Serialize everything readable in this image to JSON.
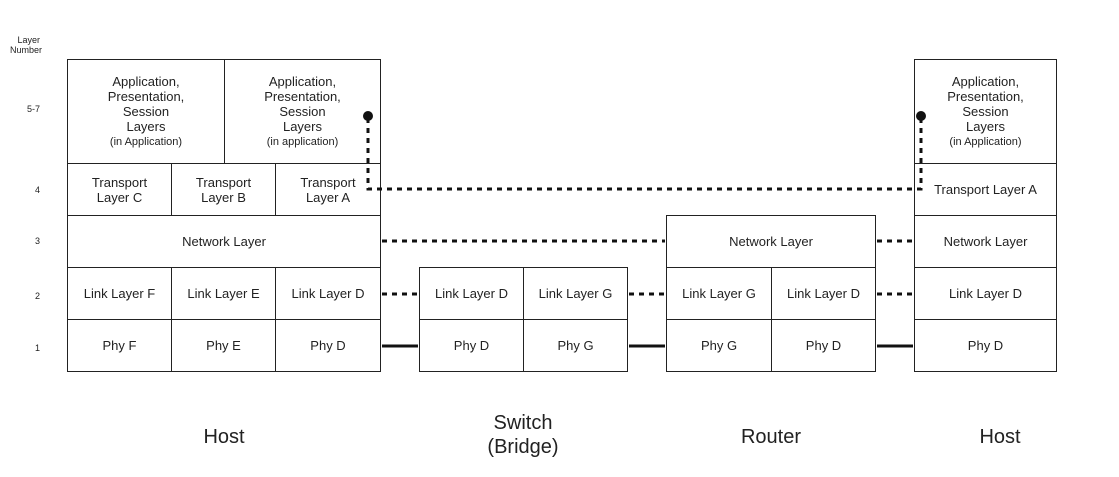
{
  "axis": {
    "title": "Layer\nNumber",
    "rows": [
      {
        "id": "l57",
        "label": "5-7"
      },
      {
        "id": "l4",
        "label": "4"
      },
      {
        "id": "l3",
        "label": "3"
      },
      {
        "id": "l2",
        "label": "2"
      },
      {
        "id": "l1",
        "label": "1"
      }
    ]
  },
  "host1": {
    "app_c": {
      "main": "Application,\nPresentation,\nSession\nLayers",
      "note": "(in Application)"
    },
    "app_a": {
      "main": "Application,\nPresentation,\nSession\nLayers",
      "note": "(in application)"
    },
    "transport_c": "Transport\nLayer C",
    "transport_b": "Transport\nLayer B",
    "transport_a": "Transport\nLayer A",
    "network": "Network Layer",
    "link_f": "Link Layer F",
    "link_e": "Link Layer E",
    "link_d": "Link Layer D",
    "phy_f": "Phy F",
    "phy_e": "Phy E",
    "phy_d": "Phy D",
    "caption": "Host"
  },
  "switch": {
    "link_d": "Link Layer D",
    "link_g": "Link Layer G",
    "phy_d": "Phy D",
    "phy_g": "Phy G",
    "caption": "Switch\n(Bridge)"
  },
  "router": {
    "network": "Network Layer",
    "link_g": "Link Layer G",
    "link_d": "Link Layer D",
    "phy_g": "Phy G",
    "phy_d": "Phy D",
    "caption": "Router"
  },
  "host2": {
    "app": {
      "main": "Application,\nPresentation,\nSession\nLayers",
      "note": "(in Application)"
    },
    "transport_a": "Transport Layer A",
    "network": "Network Layer",
    "link_d": "Link Layer D",
    "phy_d": "Phy D",
    "caption": "Host"
  }
}
